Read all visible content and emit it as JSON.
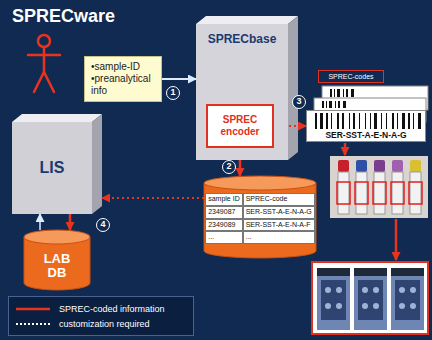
{
  "diagram": {
    "title": "SPRECware",
    "nodes": [
      {
        "text": [
          "•sample-ID",
          "•preanalytical info"
        ]
      },
      {
        "text": [
          "SPRECbase"
        ]
      },
      {
        "text": [
          "SPREC encoder"
        ],
        "in": 1
      },
      {
        "text": [
          "LIS"
        ]
      },
      {
        "text": [
          "sample ID",
          "SPREC-code",
          "2349087",
          "SER-SST-A-E-N-A-G",
          "2349089",
          "SER-SST-A-E-N-A-F",
          "...",
          "..."
        ]
      },
      {
        "text": [
          "LAB DB"
        ]
      },
      {
        "text": [
          "SPREC-codes"
        ]
      },
      {
        "text": [
          "SER-SST-A-E-N-A-G"
        ]
      }
    ],
    "edges": [
      {
        "from": 0,
        "to": 1,
        "arrow": "to"
      },
      {
        "from": 2,
        "to": 4,
        "arrow": "to"
      },
      {
        "from": 2,
        "to": 7,
        "arrow": "to"
      },
      {
        "from": 4,
        "to": 3,
        "arrow": "to"
      },
      {
        "from": 3,
        "to": 5,
        "arrow": "to"
      },
      {
        "from": 5,
        "to": 3,
        "arrow": "to"
      }
    ],
    "labels": [
      "1",
      "2",
      "3",
      "4"
    ],
    "legend": [
      {
        "text": "SPREC-coded information"
      },
      {
        "text": "customization required"
      }
    ]
  }
}
